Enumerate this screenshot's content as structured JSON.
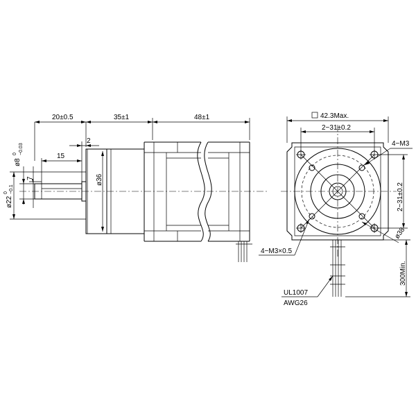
{
  "side_view": {
    "dim_20": "20±0.5",
    "dim_35": "35±1",
    "dim_48": "48±1",
    "dim_2": "2",
    "dim_15": "15",
    "dim_7": "7",
    "dim_d8": "ø8",
    "dim_d8_tol_upper": "0",
    "dim_d8_tol_lower": "−0.03",
    "dim_d22": "ø22",
    "dim_d22_tol_upper": "0",
    "dim_d22_tol_lower": "−0.1",
    "dim_d36": "ø36"
  },
  "front_view": {
    "dim_square": "42.3Max.",
    "dim_hole_pitch_h": "2−31±0.2",
    "dim_hole_pitch_v": "2−31±0.2",
    "dim_m3_top": "4−M3",
    "dim_m3_bottom": "4−M3×0.5",
    "dim_d38": "ø38",
    "dim_lead_length": "300Min.",
    "wire_type": "UL1007",
    "wire_gauge": "AWG26"
  }
}
